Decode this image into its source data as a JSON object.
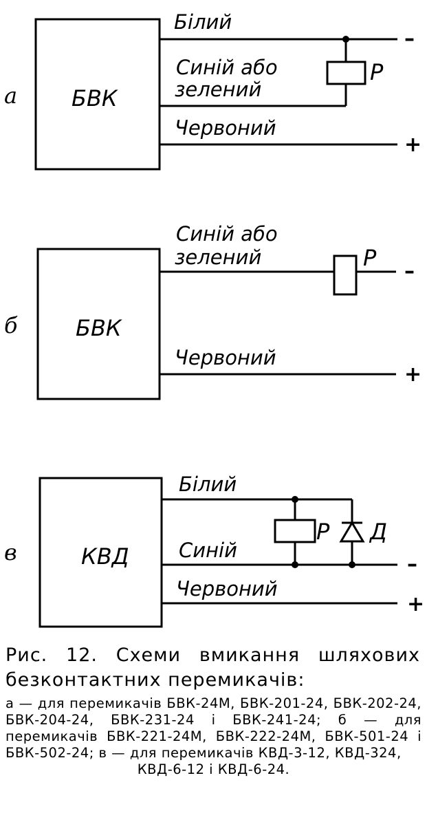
{
  "sections": [
    {
      "label": "а",
      "box": "БВК",
      "wires": {
        "white": "Білий",
        "blue_line1": "Синій або",
        "blue_line2": "зелений",
        "red": "Червоний"
      },
      "relay": "Р",
      "minus": "–",
      "plus": "+"
    },
    {
      "label": "б",
      "box": "БВК",
      "wires": {
        "blue_line1": "Синій або",
        "blue_line2": "зелений",
        "red": "Червоний"
      },
      "relay": "Р",
      "minus": "–",
      "plus": "+"
    },
    {
      "label": "в",
      "box": "КВД",
      "wires": {
        "white": "Білий",
        "blue": "Синій",
        "red": "Червоний"
      },
      "relay": "Р",
      "diode": "Д",
      "minus": "–",
      "plus": "+"
    }
  ],
  "caption": {
    "title": "Рис. 12. Схеми вмикання шляхових безконтактних перемикачів:",
    "body": "а — для перемикачів БВК-24М, БВК-201-24, БВК-202-24, БВК-204-24, БВК-231-24 і БВК-241-24; б — для перемикачів БВК-221-24М, БВК-222-24М, БВК-501-24 і БВК-502-24; в — для перемикачів КВД-3-12, КВД-324,",
    "last": "КВД-6-12 і КВД-6-24."
  }
}
